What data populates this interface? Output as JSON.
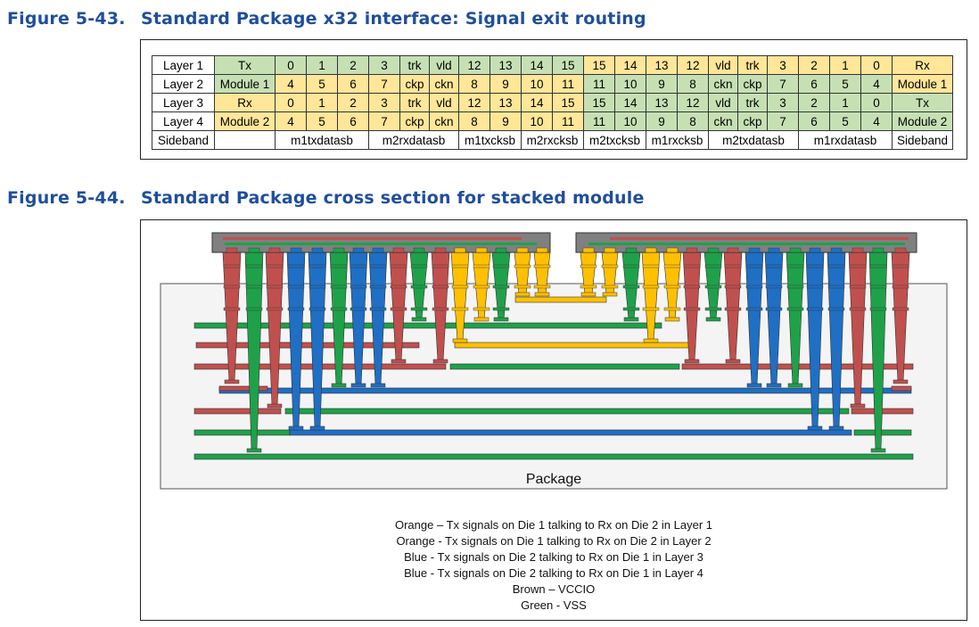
{
  "figure_43": {
    "number": "Figure 5-43.",
    "title": "Standard Package x32 interface: Signal exit routing",
    "rows": [
      [
        {
          "t": "Layer 1",
          "c": "w"
        },
        {
          "t": "Tx",
          "c": "g"
        },
        {
          "t": "0",
          "c": "g"
        },
        {
          "t": "1",
          "c": "g"
        },
        {
          "t": "2",
          "c": "g"
        },
        {
          "t": "3",
          "c": "g"
        },
        {
          "t": "trk",
          "c": "g"
        },
        {
          "t": "vld",
          "c": "g"
        },
        {
          "t": "12",
          "c": "g"
        },
        {
          "t": "13",
          "c": "g"
        },
        {
          "t": "14",
          "c": "g"
        },
        {
          "t": "15",
          "c": "g"
        },
        {
          "t": "15",
          "c": "y"
        },
        {
          "t": "14",
          "c": "y"
        },
        {
          "t": "13",
          "c": "y"
        },
        {
          "t": "12",
          "c": "y"
        },
        {
          "t": "vld",
          "c": "y"
        },
        {
          "t": "trk",
          "c": "y"
        },
        {
          "t": "3",
          "c": "y"
        },
        {
          "t": "2",
          "c": "y"
        },
        {
          "t": "1",
          "c": "y"
        },
        {
          "t": "0",
          "c": "y"
        },
        {
          "t": "Rx",
          "c": "y"
        }
      ],
      [
        {
          "t": "Layer 2",
          "c": "w"
        },
        {
          "t": "Module 1",
          "c": "g"
        },
        {
          "t": "4",
          "c": "y"
        },
        {
          "t": "5",
          "c": "y"
        },
        {
          "t": "6",
          "c": "y"
        },
        {
          "t": "7",
          "c": "y"
        },
        {
          "t": "ckp",
          "c": "y"
        },
        {
          "t": "ckn",
          "c": "y"
        },
        {
          "t": "8",
          "c": "y"
        },
        {
          "t": "9",
          "c": "y"
        },
        {
          "t": "10",
          "c": "y"
        },
        {
          "t": "11",
          "c": "y"
        },
        {
          "t": "11",
          "c": "g"
        },
        {
          "t": "10",
          "c": "g"
        },
        {
          "t": "9",
          "c": "g"
        },
        {
          "t": "8",
          "c": "g"
        },
        {
          "t": "ckn",
          "c": "g"
        },
        {
          "t": "ckp",
          "c": "g"
        },
        {
          "t": "7",
          "c": "g"
        },
        {
          "t": "6",
          "c": "g"
        },
        {
          "t": "5",
          "c": "g"
        },
        {
          "t": "4",
          "c": "g"
        },
        {
          "t": "Module 1",
          "c": "y"
        }
      ],
      [
        {
          "t": "Layer 3",
          "c": "w"
        },
        {
          "t": "Rx",
          "c": "y"
        },
        {
          "t": "0",
          "c": "y"
        },
        {
          "t": "1",
          "c": "y"
        },
        {
          "t": "2",
          "c": "y"
        },
        {
          "t": "3",
          "c": "y"
        },
        {
          "t": "trk",
          "c": "y"
        },
        {
          "t": "vld",
          "c": "y"
        },
        {
          "t": "12",
          "c": "y"
        },
        {
          "t": "13",
          "c": "y"
        },
        {
          "t": "14",
          "c": "y"
        },
        {
          "t": "15",
          "c": "y"
        },
        {
          "t": "15",
          "c": "g"
        },
        {
          "t": "14",
          "c": "g"
        },
        {
          "t": "13",
          "c": "g"
        },
        {
          "t": "12",
          "c": "g"
        },
        {
          "t": "vld",
          "c": "g"
        },
        {
          "t": "trk",
          "c": "g"
        },
        {
          "t": "3",
          "c": "g"
        },
        {
          "t": "2",
          "c": "g"
        },
        {
          "t": "1",
          "c": "g"
        },
        {
          "t": "0",
          "c": "g"
        },
        {
          "t": "Tx",
          "c": "g"
        }
      ],
      [
        {
          "t": "Layer 4",
          "c": "w"
        },
        {
          "t": "Module 2",
          "c": "y"
        },
        {
          "t": "4",
          "c": "y"
        },
        {
          "t": "5",
          "c": "y"
        },
        {
          "t": "6",
          "c": "y"
        },
        {
          "t": "7",
          "c": "y"
        },
        {
          "t": "ckp",
          "c": "y"
        },
        {
          "t": "ckn",
          "c": "y"
        },
        {
          "t": "8",
          "c": "y"
        },
        {
          "t": "9",
          "c": "y"
        },
        {
          "t": "10",
          "c": "y"
        },
        {
          "t": "11",
          "c": "y"
        },
        {
          "t": "11",
          "c": "g"
        },
        {
          "t": "10",
          "c": "g"
        },
        {
          "t": "9",
          "c": "g"
        },
        {
          "t": "8",
          "c": "g"
        },
        {
          "t": "ckn",
          "c": "g"
        },
        {
          "t": "ckp",
          "c": "g"
        },
        {
          "t": "7",
          "c": "g"
        },
        {
          "t": "6",
          "c": "g"
        },
        {
          "t": "5",
          "c": "g"
        },
        {
          "t": "4",
          "c": "g"
        },
        {
          "t": "Module 2",
          "c": "g"
        }
      ]
    ],
    "sideband": {
      "label": "Sideband",
      "groups": [
        "m1txdatasb",
        "m2rxdatasb",
        "m1txcksb",
        "m2rxcksb",
        "m2txcksb",
        "m1rxcksb",
        "m2txdatasb",
        "m1rxdatasb"
      ],
      "end_label": "Sideband"
    }
  },
  "figure_44": {
    "number": "Figure 5-44.",
    "title": "Standard Package cross section for stacked module",
    "package_label": "Package",
    "colors": {
      "red": "#c0504d",
      "green": "#1fa14a",
      "blue": "#1f6fc4",
      "orange": "#ffc000",
      "die": "#808080",
      "package_fill": "#f4f4f4"
    },
    "legend": [
      "Orange – Tx signals on Die 1 talking to Rx on Die 2 in Layer 1",
      "Orange - Tx signals on Die 1 talking to Rx on Die 2 in Layer 2",
      "Blue - Tx signals on Die 2 talking to Rx on Die 1 in Layer 3",
      "Blue - Tx signals on Die 2 talking to Rx on Die 1 in Layer 4",
      "Brown – VCCIO",
      "Green - VSS"
    ]
  }
}
